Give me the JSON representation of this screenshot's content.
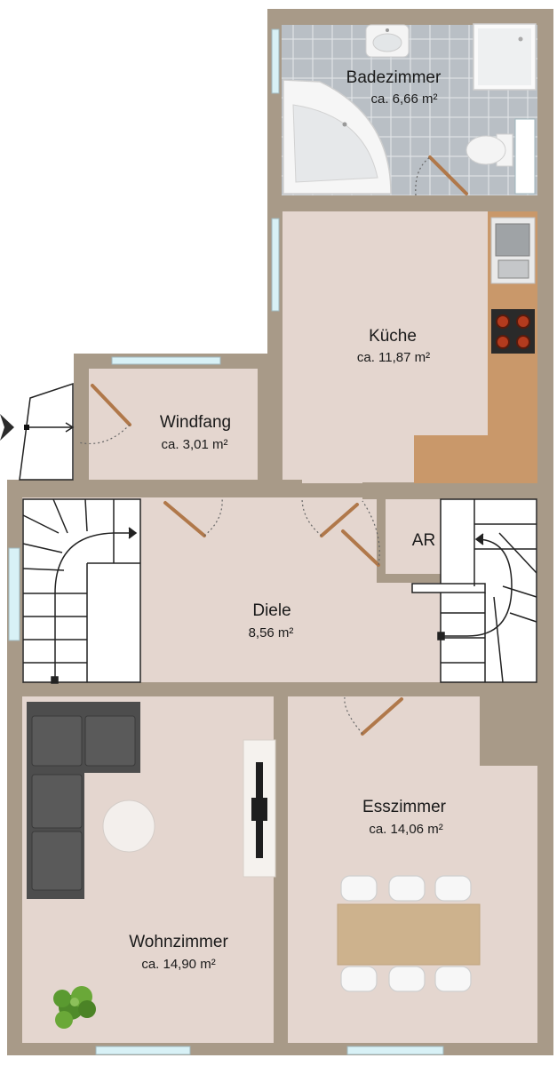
{
  "colors": {
    "wall": "#a89a88",
    "floor": "#e4d6cf",
    "tile": "#b8bec4",
    "counter": "#c9986a",
    "sofa": "#4d4d4d",
    "table": "#cdb28d",
    "window": "#d8f1f6"
  },
  "rooms": [
    {
      "id": "bad",
      "name": "Badezimmer",
      "area": "ca. 6,66 m²"
    },
    {
      "id": "kueche",
      "name": "Küche",
      "area": "ca. 11,87 m²"
    },
    {
      "id": "windfang",
      "name": "Windfang",
      "area": "ca. 3,01 m²"
    },
    {
      "id": "ar",
      "name": "AR",
      "area": ""
    },
    {
      "id": "diele",
      "name": "Diele",
      "area": "8,56 m²"
    },
    {
      "id": "esszimmer",
      "name": "Esszimmer",
      "area": "ca. 14,06 m²"
    },
    {
      "id": "wohnzimmer",
      "name": "Wohnzimmer",
      "area": "ca. 14,90 m²"
    }
  ],
  "icons": [
    "entrance-arrow-icon",
    "bathtub-icon",
    "sink-icon",
    "shower-icon",
    "toilet-icon",
    "stove-icon",
    "kitchen-sink-icon",
    "sofa-icon",
    "tv-icon",
    "plant-icon",
    "dining-table-icon"
  ]
}
